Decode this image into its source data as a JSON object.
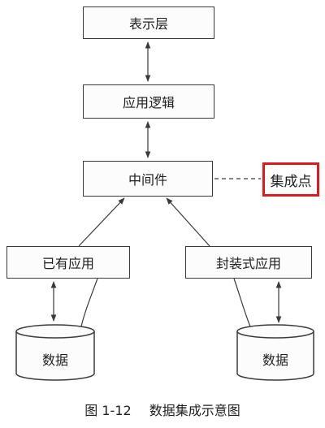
{
  "layers": {
    "presentation": "表示层",
    "app_logic": "应用逻辑",
    "middleware": "中间件",
    "legacy_app": "已有应用",
    "encapsulated_app": "封装式应用"
  },
  "integration_point": {
    "label": "集成点",
    "highlight_color": "#e0191c"
  },
  "databases": {
    "left": "数据",
    "right": "数据"
  },
  "caption": {
    "figure_no": "图 1-12",
    "title": "数据集成示意图"
  }
}
